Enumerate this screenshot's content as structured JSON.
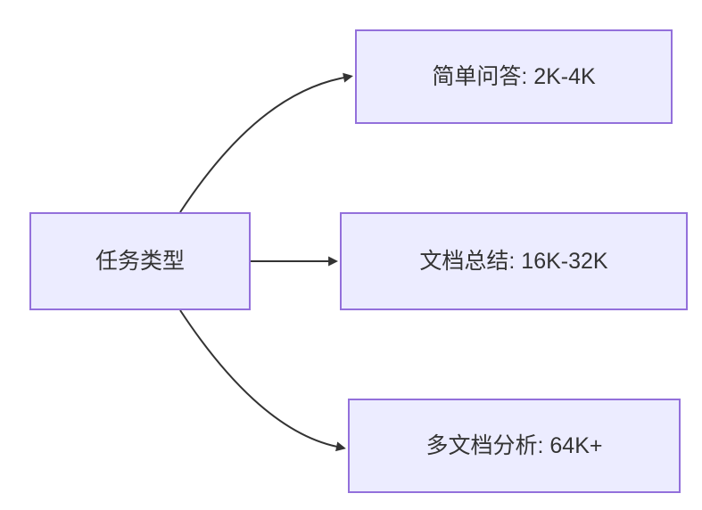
{
  "diagram": {
    "type": "flowchart-lr",
    "colors": {
      "node_fill": "#ECECFF",
      "node_border": "#9370DB",
      "edge_color": "#333333",
      "text_color": "#333333",
      "bg": "#FFFFFF"
    },
    "nodes": {
      "root": {
        "label": "任务类型"
      },
      "qa": {
        "label": "简单问答: 2K-4K"
      },
      "summary": {
        "label": "文档总结: 16K-32K"
      },
      "multi": {
        "label": "多文档分析: 64K+"
      }
    },
    "edges": [
      {
        "from": "任务类型",
        "to": "简单问答: 2K-4K"
      },
      {
        "from": "任务类型",
        "to": "文档总结: 16K-32K"
      },
      {
        "from": "任务类型",
        "to": "多文档分析: 64K+"
      }
    ]
  }
}
